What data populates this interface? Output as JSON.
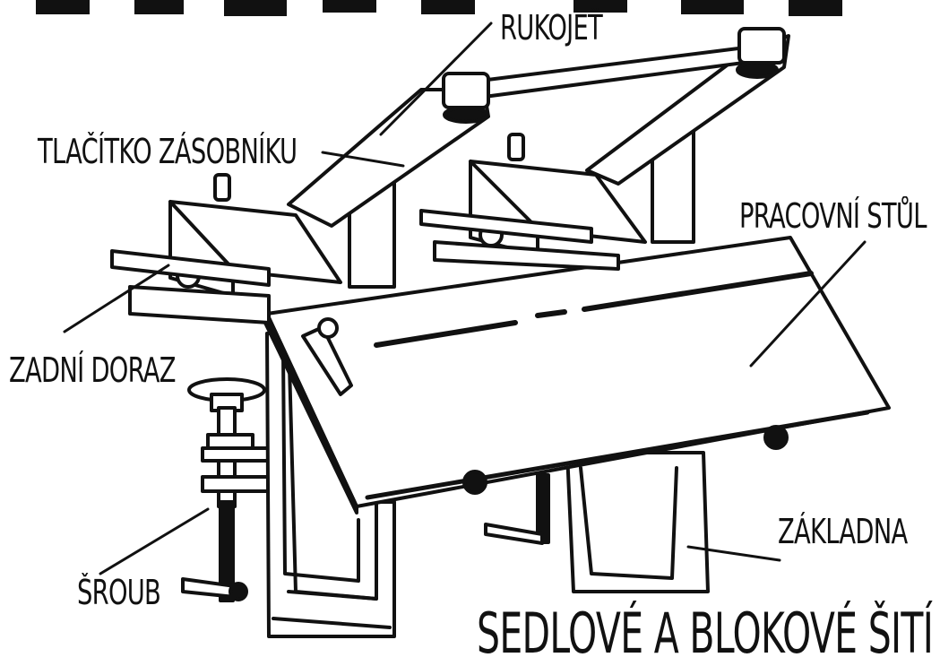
{
  "labels": {
    "handle": "RUKOJEŤ",
    "magazine_button": "TLAČÍTKO ZÁSOBNÍKU",
    "work_table": "PRACOVNÍ STŮL",
    "back_stop": "ZADNÍ DORAZ",
    "base": "ZÁKLADNA",
    "screw": "ŠROUB"
  },
  "caption": "SEDLOVÉ A BLOKOVÉ ŠITÍ",
  "colors": {
    "ink": "#111111",
    "background": "#ffffff"
  }
}
